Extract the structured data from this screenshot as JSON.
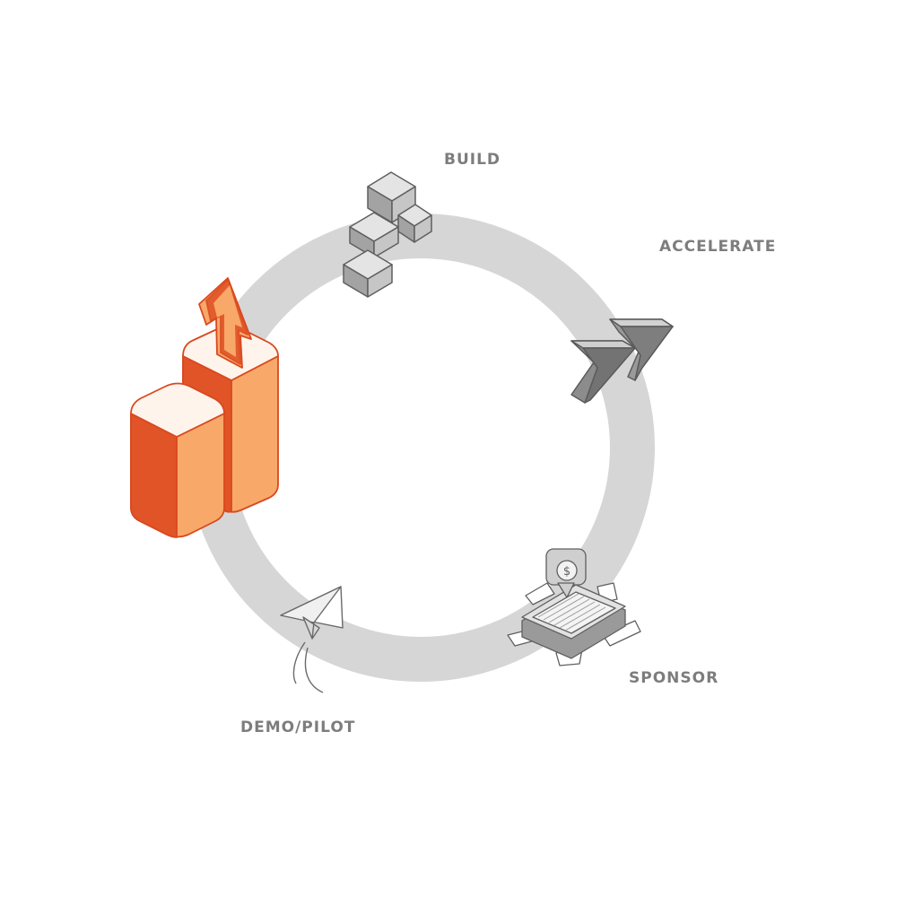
{
  "diagram": {
    "stages": [
      {
        "id": "build",
        "label": "BUILD",
        "icon": "stacked-blocks-icon"
      },
      {
        "id": "accelerate",
        "label": "ACCELERATE",
        "icon": "double-arrow-icon"
      },
      {
        "id": "sponsor",
        "label": "SPONSOR",
        "icon": "briefcase-money-icon"
      },
      {
        "id": "demo_pilot",
        "label": "DEMO/PILOT",
        "icon": "paper-plane-icon"
      },
      {
        "id": "growth",
        "label": "",
        "icon": "growth-bars-arrow-icon"
      }
    ],
    "colors": {
      "ring": "#d6d6d6",
      "label": "#7d7d7d",
      "accent_dark": "#e05427",
      "accent_light": "#f8a869",
      "accent_pale": "#fef4ec",
      "icon_gray": "#8c8c8c"
    }
  }
}
